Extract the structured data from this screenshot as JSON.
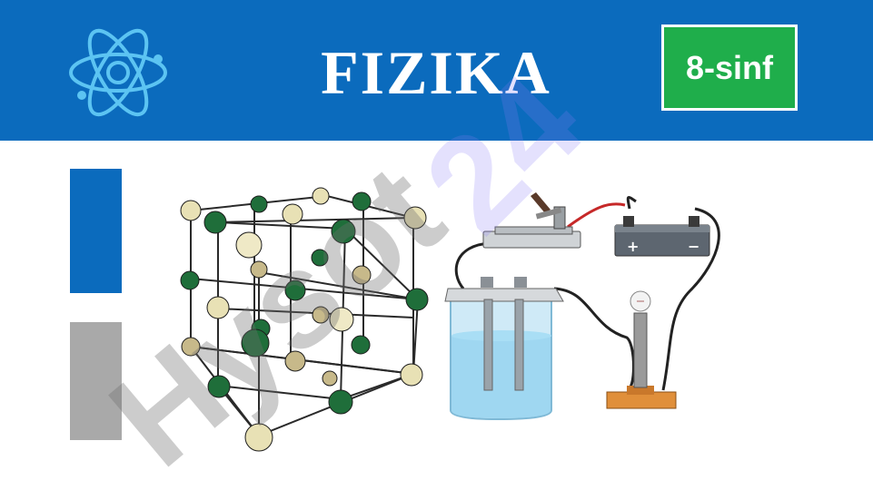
{
  "header": {
    "title": "FIZIKA",
    "grade_badge": "8-sinf",
    "colors": {
      "header_bg": "#0b6bbd",
      "badge_bg": "#1fae4b",
      "accent_gray": "#a9a9a9"
    }
  },
  "decorations": {
    "header_icon": "atom-icon",
    "left_illustration": "crystal-lattice-model",
    "right_illustration": "electrolysis-circuit"
  }
}
